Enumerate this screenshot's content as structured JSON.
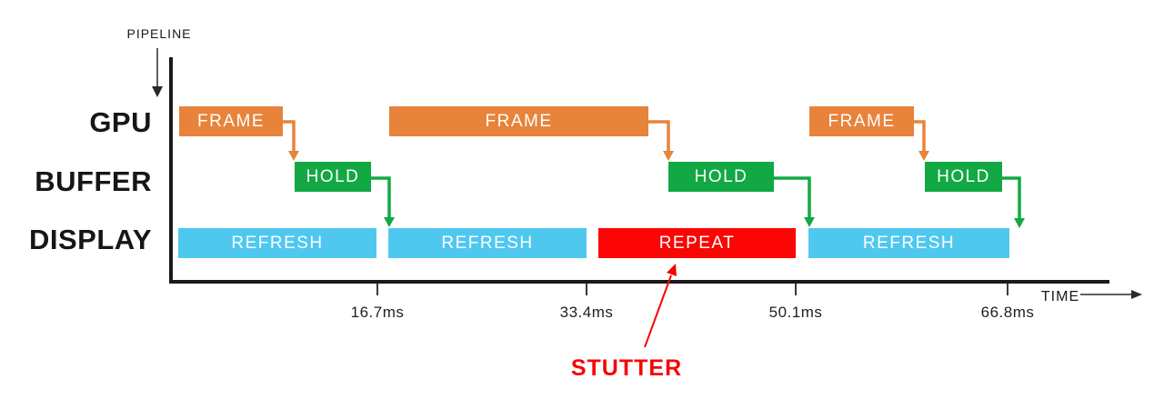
{
  "diagram": {
    "pipeline_axis_label": "PIPELINE",
    "time_axis_label": "TIME",
    "annotation": {
      "label": "STUTTER"
    },
    "rows": [
      {
        "id": "gpu",
        "label": "GPU"
      },
      {
        "id": "buffer",
        "label": "BUFFER"
      },
      {
        "id": "display",
        "label": "DISPLAY"
      }
    ],
    "time_ticks": [
      {
        "label": "16.7ms"
      },
      {
        "label": "33.4ms"
      },
      {
        "label": "50.1ms"
      },
      {
        "label": "66.8ms"
      }
    ],
    "bars": {
      "gpu": [
        {
          "label": "FRAME"
        },
        {
          "label": "FRAME"
        },
        {
          "label": "FRAME"
        }
      ],
      "buffer": [
        {
          "label": "HOLD"
        },
        {
          "label": "HOLD"
        },
        {
          "label": "HOLD"
        }
      ],
      "display": [
        {
          "label": "REFRESH",
          "status": "refresh"
        },
        {
          "label": "REFRESH",
          "status": "refresh"
        },
        {
          "label": "REPEAT",
          "status": "repeat"
        },
        {
          "label": "REFRESH",
          "status": "refresh"
        }
      ]
    },
    "colors": {
      "frame_orange": "#E8833B",
      "hold_green": "#12A843",
      "refresh_blue": "#4FC8F0",
      "repeat_red": "#FB0505",
      "stutter_red": "#F60505",
      "axis_black": "#1A1A1A"
    }
  }
}
